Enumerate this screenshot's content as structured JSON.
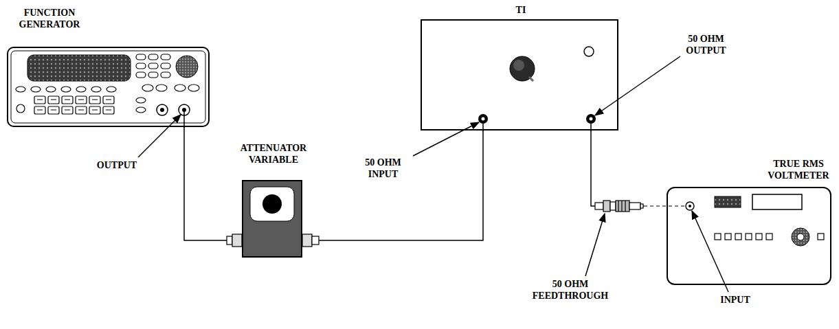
{
  "diagram": {
    "nodes": [
      {
        "text": [
          "FUNCTION GENERATOR"
        ]
      },
      {
        "text": [
          "ATTENUATOR VARIABLE"
        ]
      },
      {
        "text": [
          "TI"
        ]
      },
      {
        "text": [
          "TRUE RMS VOLTMETER"
        ]
      }
    ],
    "edges": [
      {
        "from": 0,
        "to": 1,
        "arrow": "none"
      },
      {
        "from": 1,
        "to": 2,
        "arrow": "none"
      },
      {
        "from": 2,
        "to": 3,
        "arrow": "none"
      }
    ],
    "labels": [
      "OUTPUT",
      "50 OHM INPUT",
      "50 OHM OUTPUT",
      "50 OHM FEEDTHROUGH",
      "INPUT"
    ]
  }
}
